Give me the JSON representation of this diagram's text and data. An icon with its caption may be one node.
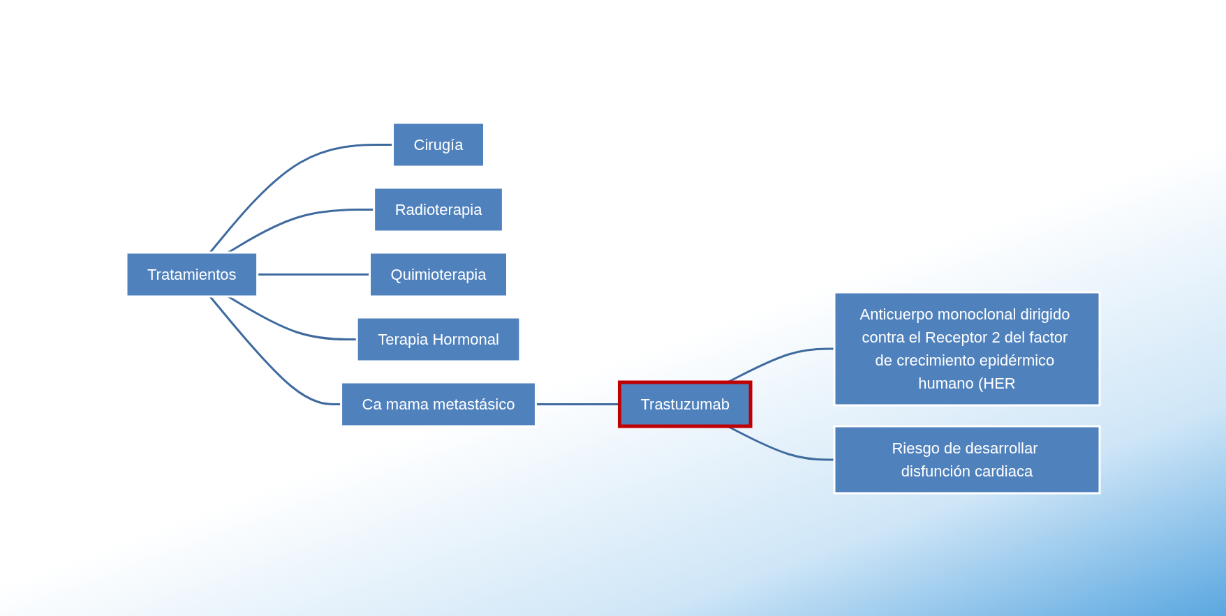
{
  "diagram": {
    "nodes": [
      {
        "text": [
          "Tratamientos"
        ]
      },
      {
        "text": [
          "Cirugía"
        ]
      },
      {
        "text": [
          "Radioterapia"
        ]
      },
      {
        "text": [
          "Quimioterapia"
        ]
      },
      {
        "text": [
          "Terapia Hormonal"
        ]
      },
      {
        "text": [
          "Ca mama metastásico"
        ]
      },
      {
        "text": [
          "Trastuzumab"
        ]
      },
      {
        "text": [
          "Anticuerpo monoclonal dirigido contra el Receptor 2 del factor de crecimiento epidérmico humano (HER"
        ]
      },
      {
        "text": [
          "Riesgo de desarrollar disfunción cardiaca"
        ]
      }
    ],
    "edges": [
      {
        "from": 0,
        "to": 1,
        "arrow": "none"
      },
      {
        "from": 0,
        "to": 2,
        "arrow": "none"
      },
      {
        "from": 0,
        "to": 3,
        "arrow": "none"
      },
      {
        "from": 0,
        "to": 4,
        "arrow": "none"
      },
      {
        "from": 0,
        "to": 5,
        "arrow": "none"
      },
      {
        "from": 5,
        "to": 6,
        "arrow": "none"
      },
      {
        "from": 6,
        "to": 7,
        "arrow": "none"
      },
      {
        "from": 6,
        "to": 8,
        "arrow": "none"
      }
    ]
  }
}
